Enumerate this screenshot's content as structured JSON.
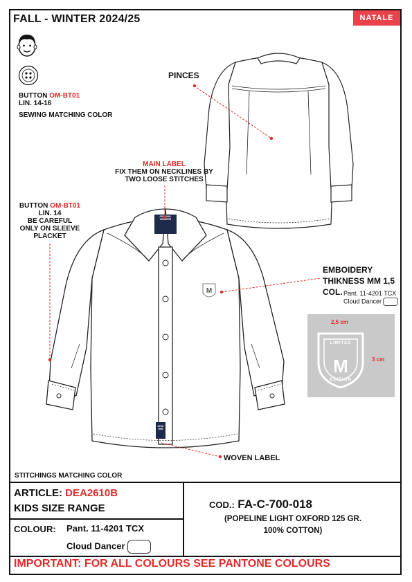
{
  "header": {
    "season": "FALL - WINTER  2024/25",
    "brand": "NATALE"
  },
  "annotations": {
    "button_top": {
      "prefix": "BUTTON ",
      "code": "OM-BT01",
      "line2": "LIN. 14-16",
      "line3": "SEWING MATCHING COLOR"
    },
    "pinces": "PINCES",
    "main_label": {
      "title": "MAIN LABEL",
      "line1": "FIX THEM ON NECKLINES BY",
      "line2": "TWO LOOSE STITCHES"
    },
    "button_sleeve": {
      "prefix": "BUTTON ",
      "code": "OM-BT01",
      "line2": "LIN. 14",
      "line3": "BE CAREFUL",
      "line4": "ONLY ON SLEEVE",
      "line5": "PLACKET"
    },
    "embroidery": {
      "line1": "EMBOIDERY",
      "line2": "THIKNESS MM 1,5",
      "col": "COL.",
      "pantone": "Pant. 11-4201 TCX",
      "color_name": "Cloud Dancer"
    },
    "patch": {
      "width": "2,5 cm",
      "height": "3 cm",
      "text_top": "LIMITED",
      "text_bottom": "EDITION",
      "letter": "M"
    },
    "woven_label": "WOVEN LABEL",
    "stitchings": "STITCHINGS  MATCHING COLOR",
    "collar_label_text": "ORIGINAL WINNERS",
    "woven_label_text": "ORIG WIN"
  },
  "spec": {
    "article_label": "ARTICLE:",
    "article_code": "DEA2610B",
    "size_range": "KIDS SIZE RANGE",
    "colour_label": "COLOUR:",
    "colour_pantone": "Pant. 11-4201  TCX",
    "colour_name": "Cloud Dancer",
    "cod_label": "COD.:",
    "cod_value": "FA-C-700-018",
    "fabric": "(POPELINE LIGHT OXFORD 125 GR.",
    "composition": "100% COTTON)"
  },
  "footer": {
    "important": "IMPORTANT: FOR ALL COLOURS SEE PANTONE COLOURS"
  },
  "colors": {
    "accent_red": "#e02a2a",
    "brand_bg": "#e8424a",
    "swatch": "Cloud Dancer"
  }
}
